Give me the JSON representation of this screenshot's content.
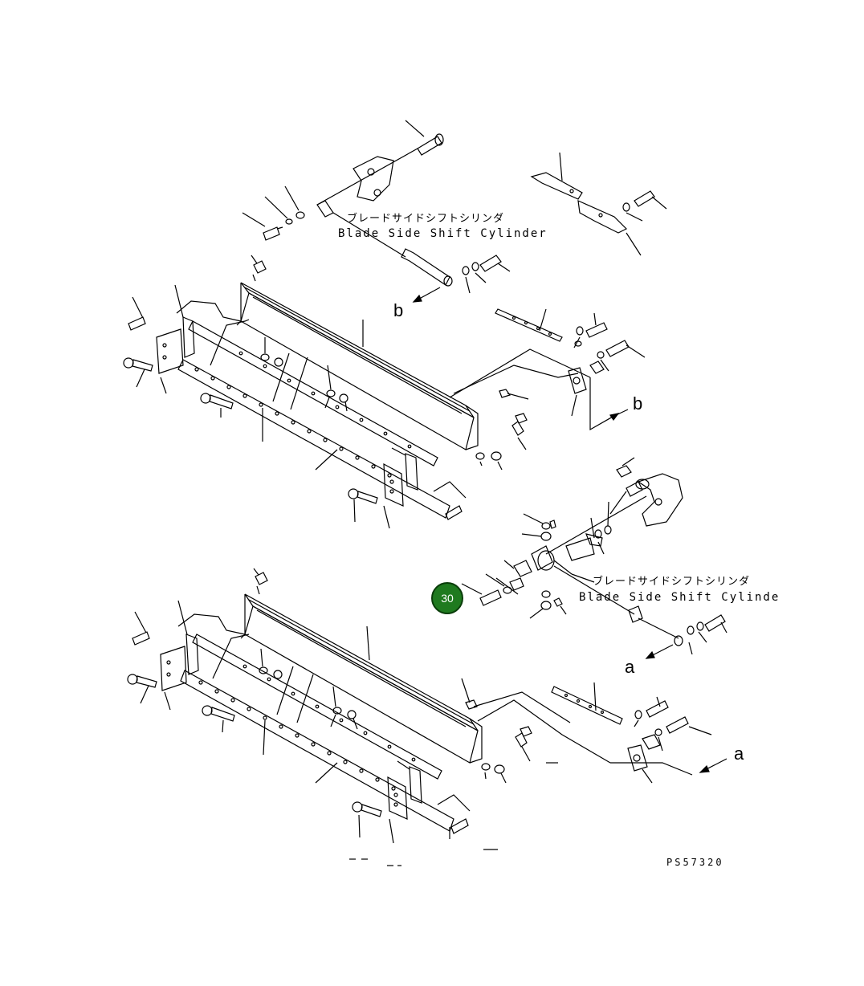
{
  "labels": {
    "cylinder_top_jp": "ブレードサイドシフトシリンダ",
    "cylinder_top_en": "Blade Side Shift Cylinder",
    "cylinder_mid_jp": "ブレードサイドシフトシリンダ",
    "cylinder_mid_en": "Blade Side Shift Cylinde",
    "ref_b_1": "b",
    "ref_b_2": "b",
    "ref_a_1": "a",
    "ref_a_2": "a",
    "drawing_number": "PS57320"
  },
  "badge": {
    "number": "30",
    "color": "#1f7a1f"
  }
}
